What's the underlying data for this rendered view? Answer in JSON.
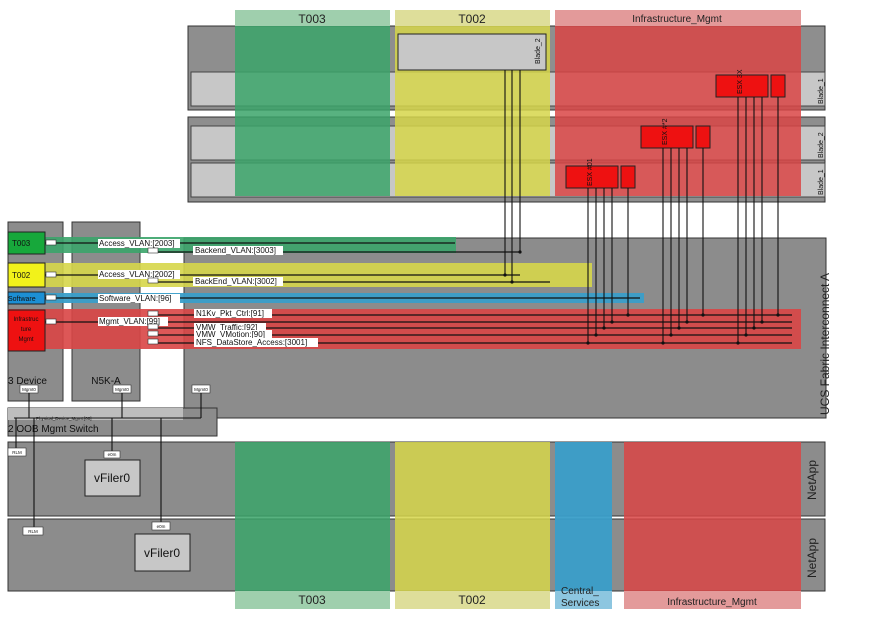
{
  "tenants_top": {
    "t003": "T003",
    "t002": "T002",
    "infra": "Infrastructure_Mgmt"
  },
  "tenants_bottom": {
    "t003": "T003",
    "t002": "T002",
    "central": "Central_\nServices",
    "infra": "Infrastructure_Mgmt"
  },
  "blades": {
    "chassis1_blade2": "Blade_2",
    "chassis1_blade1": "Blade_1",
    "chassis2_blade2": "Blade_2",
    "chassis2_blade1": "Blade_1"
  },
  "esx_hosts": {
    "host1": "ESX\n3X",
    "host2": "ESX\n#*2",
    "host3": "ESX\n#01"
  },
  "left_tenants": {
    "t003": "T003",
    "t002": "T002",
    "software": "Software",
    "infra": "Infrastruc\nture\nMgmt"
  },
  "devices": {
    "l3": "3 Device",
    "n5k": "N5K-A",
    "oob": "2 OOB Mgmt Switch",
    "vfiler_top": "vFiler0",
    "vfiler_bottom": "vFiler0",
    "netapp_top": "NetApp",
    "netapp_bottom": "NetApp",
    "ucs": "UCS Fabric Interconnect A"
  },
  "vlans": {
    "access_2003": "Access_VLAN:[2003]",
    "backend_3003": "Backend_VLAN:[3003]",
    "access_2002": "Access_VLAN:[2002]",
    "backend_3002": "BackEnd_VLAN:[3002]",
    "software_96": "Software_VLAN:[96]",
    "mgmt_99": "Mgmt_VLAN:[99]",
    "n1kv_91": "N1Kv_Pkt_Ctrl:[91]",
    "vmw_traffic_92": "VMW_Traffic:[92]",
    "vmw_vmotion_90": "VMW_VMotion:[90]",
    "nfs_3001": "NFS_DataStore_Access:[3001]"
  },
  "ports": {
    "mgmt0_a": "Mgmt0",
    "mgmt0_b": "Mgmt0",
    "mgmt0_c": "Mgmt0",
    "phys_mgmt": "Physical_Device_Mgmt:[00]",
    "e0m_top": "e0m",
    "e0m_bottom": "e0m",
    "rlm_top": "RLM",
    "rlm_bottom": "RLM"
  },
  "colors": {
    "green": "#3ba46a",
    "yellow": "#cfcf3f",
    "red": "#d84b4b",
    "blue": "#3a9ec9",
    "gray": "#8c8c8c"
  }
}
